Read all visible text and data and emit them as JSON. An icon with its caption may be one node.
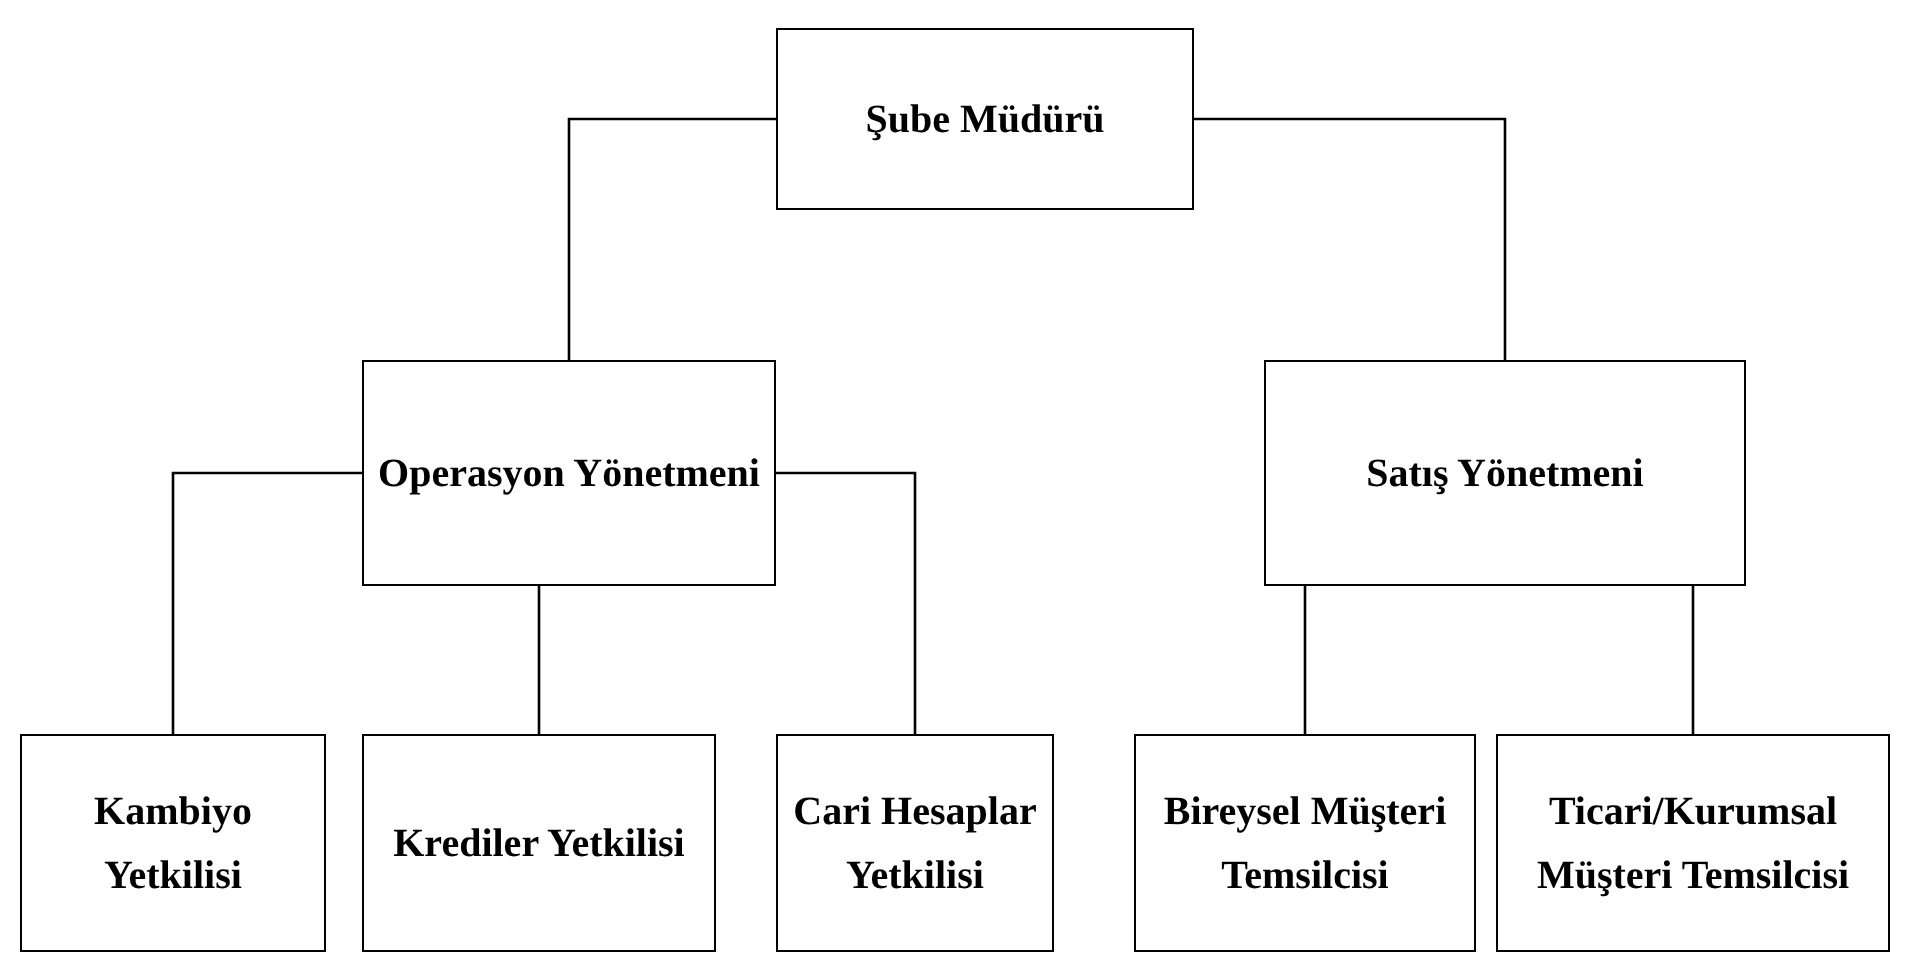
{
  "diagram": {
    "nodes": [
      {
        "text": [
          "Şube Müdürü"
        ]
      },
      {
        "text": [
          "Operasyon Yönetmeni"
        ]
      },
      {
        "text": [
          "Satış Yönetmeni"
        ]
      },
      {
        "text": [
          "Kambiyo Yetkilisi"
        ]
      },
      {
        "text": [
          "Krediler Yetkilisi"
        ]
      },
      {
        "text": [
          "Cari Hesaplar Yetkilisi"
        ]
      },
      {
        "text": [
          "Bireysel Müşteri Temsilcisi"
        ]
      },
      {
        "text": [
          "Ticari/Kurumsal Müşteri Temsilcisi"
        ]
      }
    ],
    "edges": [
      {
        "from": 0,
        "to": 1,
        "arrow": "none"
      },
      {
        "from": 0,
        "to": 2,
        "arrow": "none"
      },
      {
        "from": 1,
        "to": 3,
        "arrow": "none"
      },
      {
        "from": 1,
        "to": 4,
        "arrow": "none"
      },
      {
        "from": 1,
        "to": 5,
        "arrow": "none"
      },
      {
        "from": 2,
        "to": 6,
        "arrow": "none"
      },
      {
        "from": 2,
        "to": 7,
        "arrow": "none"
      }
    ]
  }
}
